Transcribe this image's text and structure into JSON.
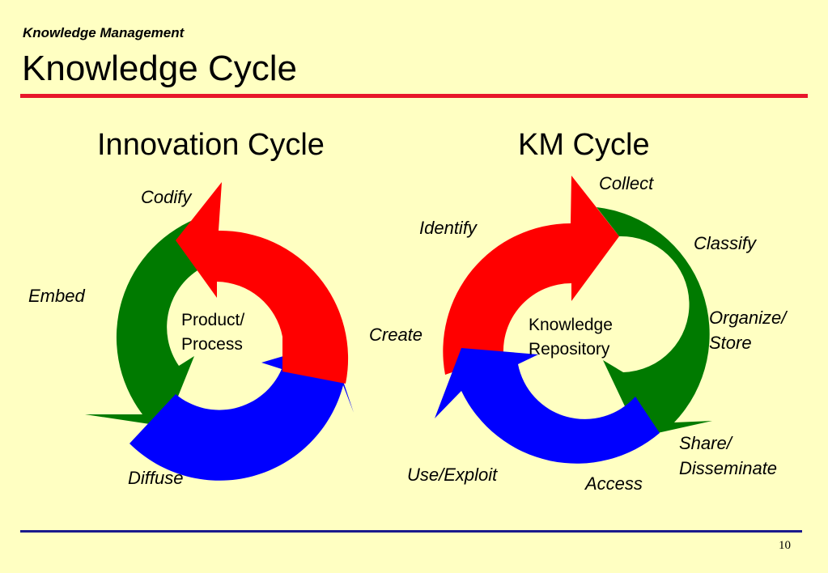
{
  "header": {
    "kicker": "Knowledge Management",
    "title": "Knowledge Cycle"
  },
  "footer": {
    "page_number": "10"
  },
  "colors": {
    "background": "#FFFFC2",
    "red": "#FF0000",
    "green": "#007A00",
    "blue": "#0000FF",
    "title_rule": "#E8162B",
    "footer_rule": "#1A1A8C"
  },
  "innovation_cycle": {
    "heading": "Innovation Cycle",
    "center_line1": "Product/",
    "center_line2": "Process",
    "stages": {
      "codify": "Codify",
      "embed": "Embed",
      "diffuse": "Diffuse"
    }
  },
  "km_cycle": {
    "heading": "KM Cycle",
    "center_line1": "Knowledge",
    "center_line2": "Repository",
    "stages": {
      "collect": "Collect",
      "identify": "Identify",
      "classify": "Classify",
      "organize_line1": "Organize/",
      "organize_line2": "Store",
      "create": "Create",
      "share_line1": "Share/",
      "share_line2": "Disseminate",
      "use": "Use/Exploit",
      "access": "Access"
    }
  }
}
